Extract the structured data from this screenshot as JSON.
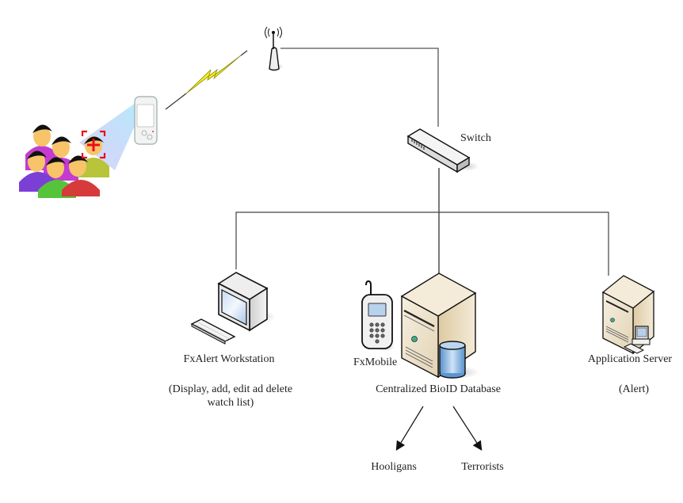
{
  "diagram": {
    "title": "FxAlert BioID network diagram",
    "nodes": {
      "crowd": {
        "label": "",
        "icon": "crowd-people-icon"
      },
      "handheld": {
        "label": "",
        "icon": "pda-camera-icon"
      },
      "antenna": {
        "label": "",
        "icon": "wireless-antenna-icon"
      },
      "switch": {
        "label": "Switch",
        "icon": "network-switch-icon"
      },
      "workstation": {
        "label": "FxAlert Workstation",
        "sublabel_line1": "(Display, add, edit ad delete",
        "sublabel_line2": "watch list)",
        "icon": "workstation-icon"
      },
      "mobile": {
        "label": "FxMobile",
        "icon": "mobile-phone-icon"
      },
      "database": {
        "label": "Centralized BioID Database",
        "icon": "database-server-icon"
      },
      "app_server": {
        "label": "Application Server",
        "sublabel": "(Alert)",
        "icon": "application-server-icon"
      },
      "hooligans": {
        "label": "Hooligans"
      },
      "terrorists": {
        "label": "Terrorists"
      }
    },
    "edges": [
      {
        "from": "handheld",
        "to": "antenna",
        "type": "wireless"
      },
      {
        "from": "antenna",
        "to": "switch",
        "type": "wired"
      },
      {
        "from": "switch",
        "to": "workstation",
        "type": "wired"
      },
      {
        "from": "switch",
        "to": "database",
        "type": "wired"
      },
      {
        "from": "switch",
        "to": "app_server",
        "type": "wired"
      },
      {
        "from": "database",
        "to": "hooligans",
        "type": "arrow"
      },
      {
        "from": "database",
        "to": "terrorists",
        "type": "arrow"
      }
    ],
    "colors": {
      "line": "#333333",
      "lightning": "#f5f020",
      "beam": "#9fe8f8",
      "focus_box": "#e8101a",
      "server_beige": "#e9dcc0",
      "db_blue": "#7fb2e0"
    }
  }
}
